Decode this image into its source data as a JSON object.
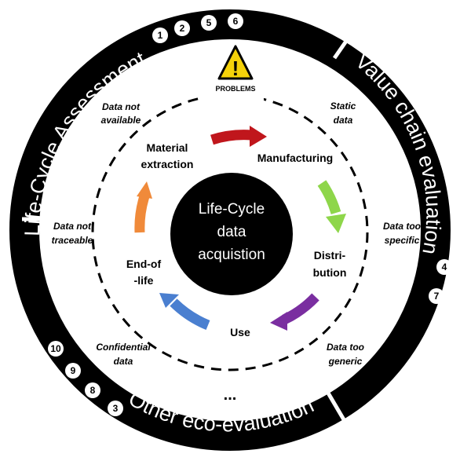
{
  "ring_segments": {
    "lca": "Life-Cycle Assessment",
    "value_chain": "Value chain evaluation",
    "other": "Other eco-evaluation"
  },
  "badges": {
    "lca": [
      "1",
      "2",
      "5",
      "6"
    ],
    "value_chain": [
      "4",
      "7"
    ],
    "other": [
      "10",
      "9",
      "8",
      "3"
    ]
  },
  "warning": {
    "icon_glyph": "!",
    "label": "PROBLEMS",
    "icon_name": "warning-triangle-icon"
  },
  "problems": {
    "not_available": [
      "Data not",
      "available"
    ],
    "static": [
      "Static",
      "data"
    ],
    "too_specific": [
      "Data too",
      "specific"
    ],
    "too_generic": [
      "Data too",
      "generic"
    ],
    "confidential": [
      "Confidential",
      "data"
    ],
    "not_traceable": [
      "Data not",
      "traceable"
    ]
  },
  "stages": {
    "material_extraction": [
      "Material",
      "extraction"
    ],
    "manufacturing": [
      "Manufacturing"
    ],
    "distribution": [
      "Distri-",
      "bution"
    ],
    "use": [
      "Use"
    ],
    "end_of_life": [
      "End-of",
      "-life"
    ]
  },
  "center": [
    "Life-Cycle",
    "data",
    "acquistion"
  ],
  "more_indicator": "...",
  "colors": {
    "ring": "#000000",
    "arrow_red": "#c0161c",
    "arrow_green": "#8ed64a",
    "arrow_purple": "#7a2ea0",
    "arrow_blue": "#4a7fd0",
    "arrow_orange": "#f08a3a",
    "warning_yellow": "#f5d20a"
  }
}
